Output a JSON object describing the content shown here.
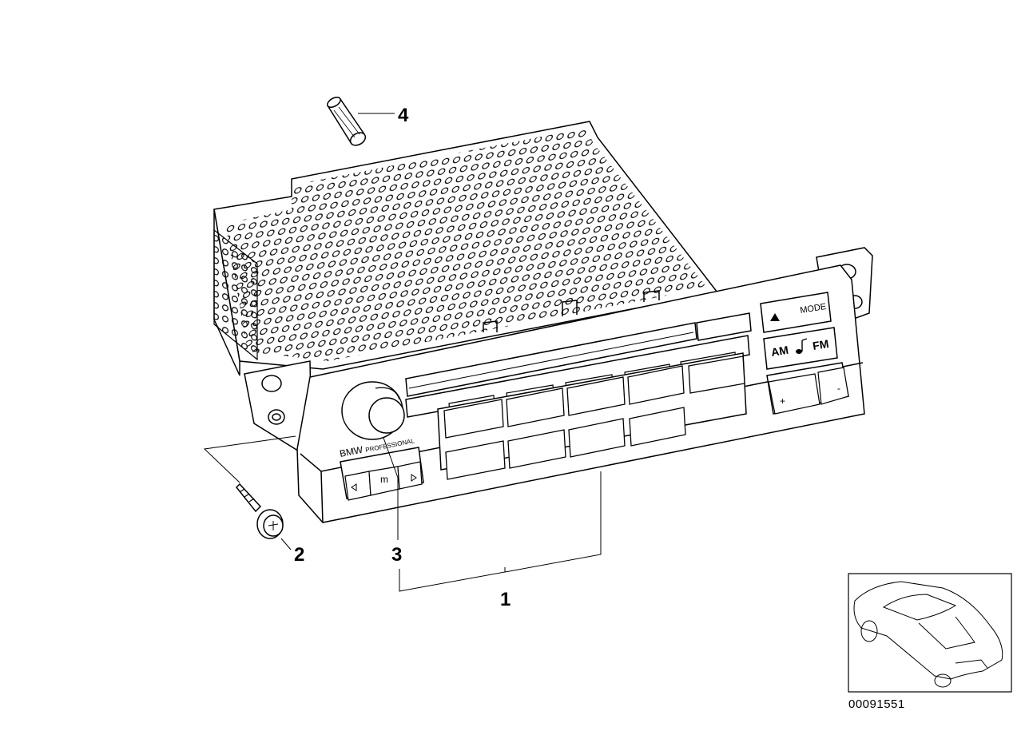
{
  "callouts": {
    "c1": "1",
    "c2": "2",
    "c3": "3",
    "c4": "4"
  },
  "radio_labels": {
    "brand": "BMW",
    "brand_sub": "PROFESSIONAL",
    "mode": "MODE",
    "am": "AM",
    "fm": "FM",
    "memory": "m",
    "plus": "+",
    "minus": "-"
  },
  "reference_number": "00091551"
}
